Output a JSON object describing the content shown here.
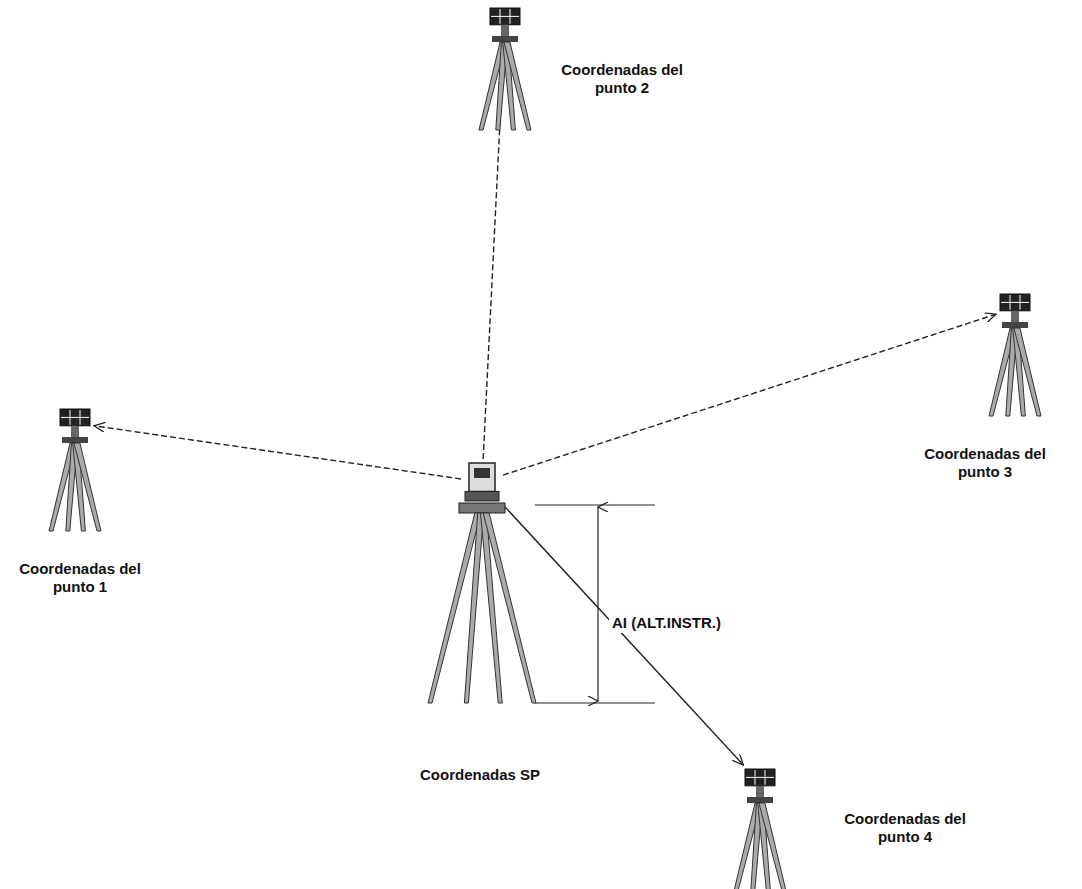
{
  "diagram": {
    "nodes": [
      {
        "text": [
          "Coordenadas del punto 2"
        ]
      },
      {
        "text": [
          "Coordenadas del punto 1"
        ]
      },
      {
        "text": [
          "Coordenadas del punto 3"
        ]
      },
      {
        "text": [
          "Coordenadas SP"
        ]
      },
      {
        "text": [
          "Coordenadas del punto 4"
        ]
      }
    ],
    "edges": [
      {
        "from": 3,
        "to": 0,
        "arrow": "to"
      },
      {
        "from": 3,
        "to": 1,
        "arrow": "to"
      },
      {
        "from": 3,
        "to": 2,
        "arrow": "to"
      },
      {
        "from": 3,
        "to": 4,
        "arrow": "to"
      }
    ],
    "labels": [
      "AI (ALT.INSTR.)"
    ]
  }
}
